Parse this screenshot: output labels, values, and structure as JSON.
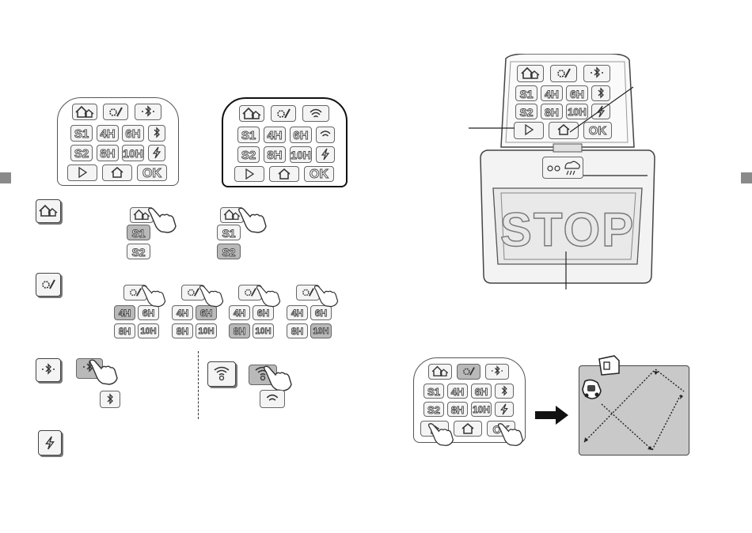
{
  "colors": {
    "outline": "#555555",
    "shaded_key": "#b9b9b9",
    "lawn": "#c9c9c9",
    "panel": "#f6f6f6"
  },
  "keys": {
    "s1": "S1",
    "s2": "S2",
    "h4": "4H",
    "h6": "6H",
    "h8": "8H",
    "h10": "10H",
    "ok": "OK"
  },
  "stop_label": "STOP",
  "icons": [
    "home-icon",
    "settings-icon",
    "bluetooth-icon",
    "wifi-icon",
    "lightning-icon",
    "play-icon"
  ]
}
